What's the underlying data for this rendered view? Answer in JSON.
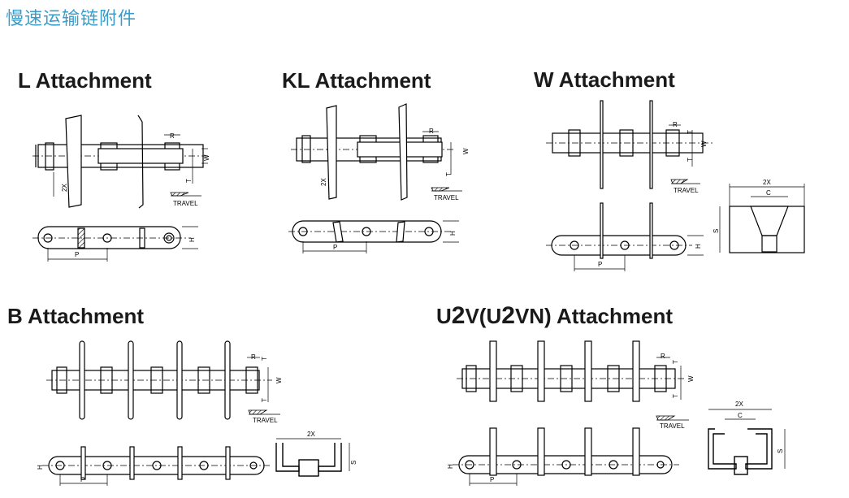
{
  "page": {
    "title": "慢速运输链附件"
  },
  "attachments": {
    "L": {
      "title": "L Attachment"
    },
    "KL": {
      "title": "KL Attachment"
    },
    "W": {
      "title": "W Attachment"
    },
    "B": {
      "title": "B Attachment"
    },
    "U2V": {
      "title_a": "U",
      "title_b": "2",
      "title_c": "V(U",
      "title_d": "2",
      "title_e": "VN) Attachment"
    }
  },
  "labels": {
    "R": "R",
    "W": "W",
    "T": "T",
    "H": "H",
    "P": "P",
    "X2": "2X",
    "C": "C",
    "S": "S",
    "travel": "TRAVEL"
  }
}
